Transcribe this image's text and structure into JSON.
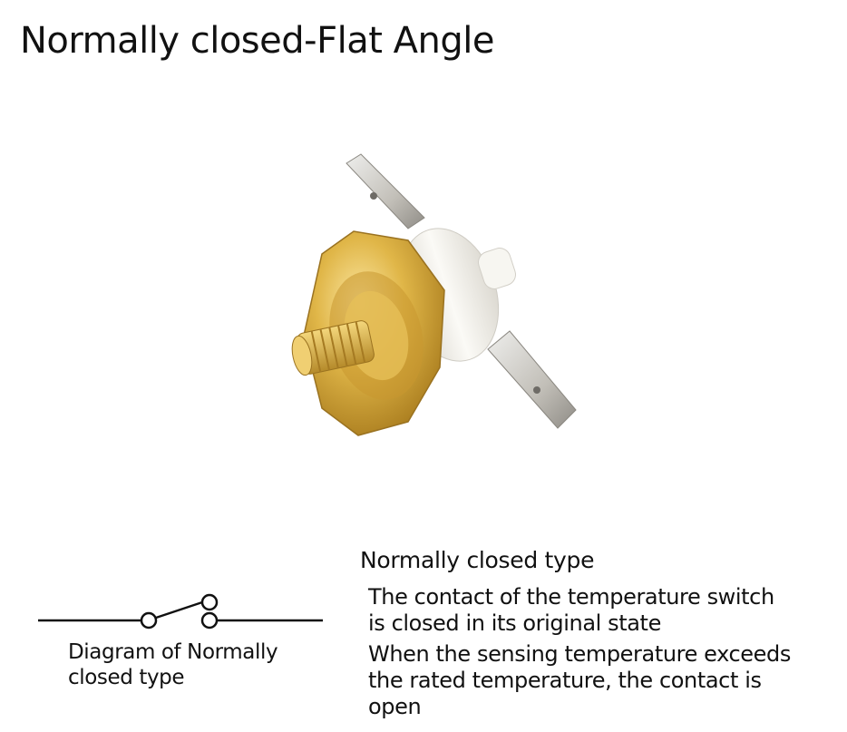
{
  "title": "Normally closed-Flat Angle",
  "diagram": {
    "caption_lines": [
      "Diagram of Normally",
      "closed type"
    ]
  },
  "description": {
    "heading": "Normally closed type",
    "text1_lines": [
      "The contact of the temperature switch",
      "is closed in its original state"
    ],
    "text2_lines": [
      "When the sensing temperature exceeds",
      "the rated temperature, the contact is",
      "open"
    ]
  },
  "colors": {
    "brass": "#d9ad3c",
    "ceramic": "#f4f2ec",
    "terminal": "#c9c6bf",
    "schematic_line": "#111111"
  }
}
